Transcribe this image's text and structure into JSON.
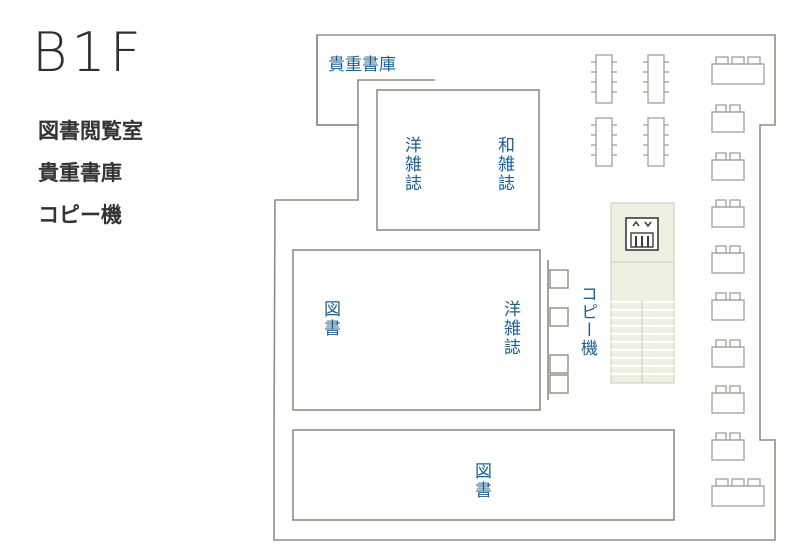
{
  "floor": {
    "label": "B1F"
  },
  "legend": {
    "items": [
      "図書閲覧室",
      "貴重書庫",
      "コピー機"
    ]
  },
  "rooms": {
    "rare_books": "貴重書庫",
    "western_magazines_upper": "洋雑誌",
    "japanese_magazines": "和雑誌",
    "books_left": "図書",
    "western_magazines_lower": "洋雑誌",
    "copier": "コピー機",
    "books_bottom": "図書"
  },
  "colors": {
    "wall": "#8e8e84",
    "room_text": "#1f5f8e",
    "elevator_fill": "#eef0e2",
    "elevator_icon": "#3b3b3b"
  },
  "icons": {
    "elevator": "elevator-icon",
    "stairs": "stairs-icon"
  }
}
